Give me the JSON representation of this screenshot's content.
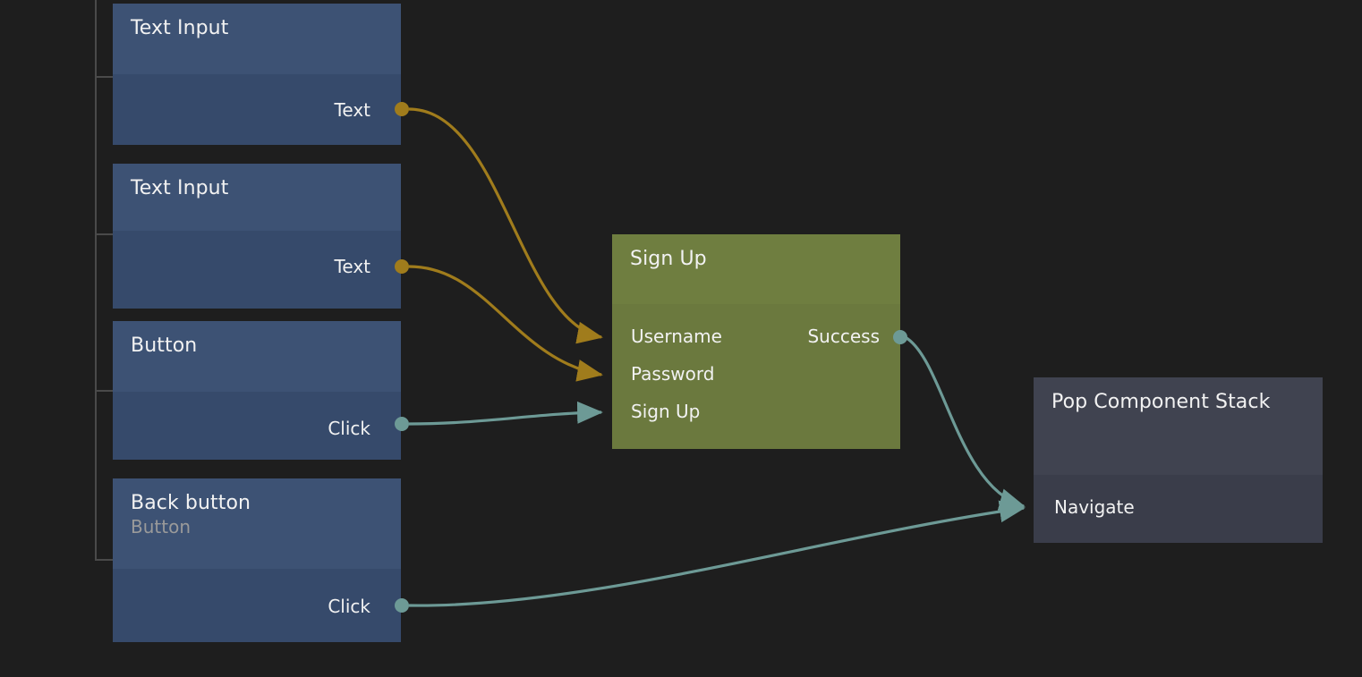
{
  "graph": {
    "background_color": "#1e1e1e",
    "edge_colors": {
      "data": "#a07c1c",
      "event": "#6d9a96"
    },
    "node_colors": {
      "component_header": "#3d5274",
      "component_body": "#364a6b",
      "action_header": "#6f7e40",
      "action_body": "#6b793e",
      "navigation_header": "#404350",
      "navigation_body": "#3a3d4a"
    },
    "nodes": [
      {
        "id": "text-input-1",
        "title": "Text Input",
        "subtitle": "",
        "kind": "component",
        "outputs": [
          {
            "label": "Text",
            "type": "data"
          }
        ],
        "inputs": []
      },
      {
        "id": "text-input-2",
        "title": "Text Input",
        "subtitle": "",
        "kind": "component",
        "outputs": [
          {
            "label": "Text",
            "type": "data"
          }
        ],
        "inputs": []
      },
      {
        "id": "button-1",
        "title": "Button",
        "subtitle": "",
        "kind": "component",
        "outputs": [
          {
            "label": "Click",
            "type": "event"
          }
        ],
        "inputs": []
      },
      {
        "id": "back-button",
        "title": "Back button",
        "subtitle": "Button",
        "kind": "component",
        "outputs": [
          {
            "label": "Click",
            "type": "event"
          }
        ],
        "inputs": []
      },
      {
        "id": "sign-up",
        "title": "Sign Up",
        "subtitle": "",
        "kind": "action",
        "inputs": [
          {
            "label": "Username",
            "type": "data"
          },
          {
            "label": "Password",
            "type": "data"
          },
          {
            "label": "Sign Up",
            "type": "event"
          }
        ],
        "outputs": [
          {
            "label": "Success",
            "type": "event"
          }
        ]
      },
      {
        "id": "pop-component-stack",
        "title": "Pop Component Stack",
        "subtitle": "",
        "kind": "navigation",
        "inputs": [
          {
            "label": "Navigate",
            "type": "event"
          }
        ],
        "outputs": []
      }
    ],
    "edges": [
      {
        "from": "text-input-1.Text",
        "to": "sign-up.Username",
        "type": "data"
      },
      {
        "from": "text-input-2.Text",
        "to": "sign-up.Password",
        "type": "data"
      },
      {
        "from": "button-1.Click",
        "to": "sign-up.Sign Up",
        "type": "event"
      },
      {
        "from": "sign-up.Success",
        "to": "pop-component-stack.Navigate",
        "type": "event"
      },
      {
        "from": "back-button.Click",
        "to": "pop-component-stack.Navigate",
        "type": "event"
      }
    ]
  }
}
